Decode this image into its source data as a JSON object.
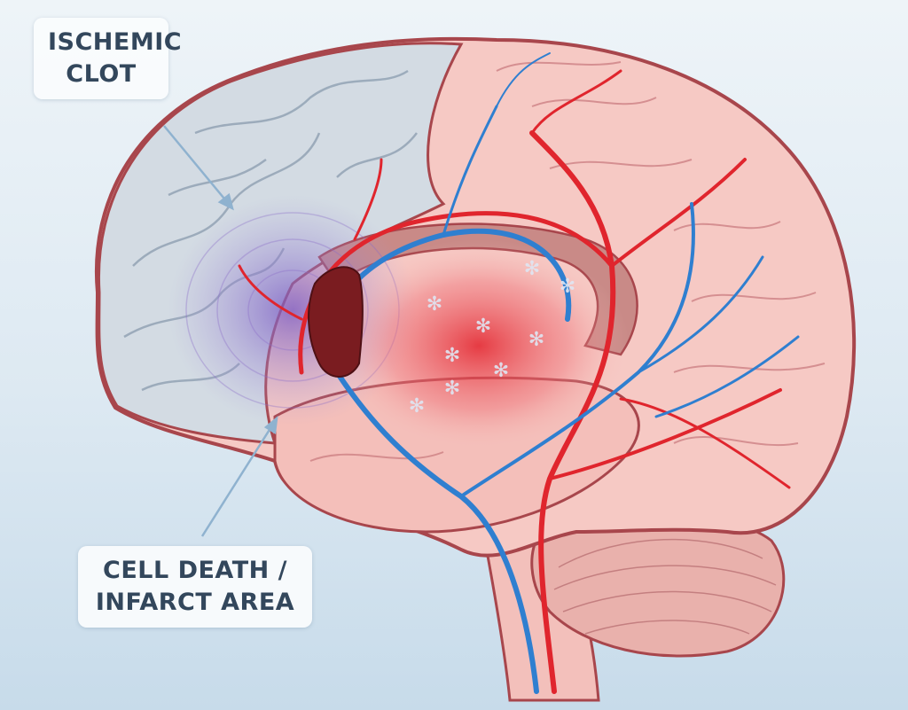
{
  "labels": {
    "clot": {
      "line1": "ISCHEMIC",
      "line2": "CLOT"
    },
    "infarct": {
      "line1": "CELL DEATH /",
      "line2": "INFARCT AREA"
    }
  },
  "colors": {
    "artery": "#e0252d",
    "vein": "#2f7fd0",
    "brain": "#f6c9c4",
    "outline": "#a8464c",
    "frontal_lobe": "#d3dbe3",
    "clot": "#7a1c20",
    "ischemia": "#8a6cc8"
  }
}
